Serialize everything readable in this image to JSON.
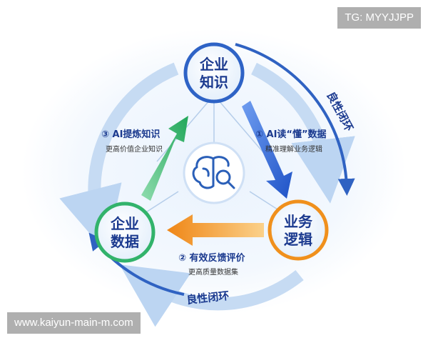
{
  "nodes": {
    "knowledge": {
      "line1": "企业",
      "line2": "知识"
    },
    "data": {
      "line1": "企业",
      "line2": "数据"
    },
    "logic": {
      "line1": "业务",
      "line2": "逻辑"
    }
  },
  "center_icon": "brain-magnifier-icon",
  "steps": {
    "step1": {
      "title": "① AI读“懂”数据",
      "subtitle": "精准理解业务逻辑"
    },
    "step2": {
      "title": "② 有效反馈评价",
      "subtitle": "更高质量数据集"
    },
    "step3": {
      "title": "③ AI提炼知识",
      "subtitle": "更高价值企业知识"
    }
  },
  "cycle_labels": {
    "right": "良性闭环",
    "bottom": "良性闭环"
  },
  "watermarks": {
    "top_right": "TG: MYYJJPP",
    "bottom_left": "www.kaiyun-main-m.com"
  },
  "colors": {
    "navy": "#1b3a8f",
    "step_arrow_blue": "#2b63d6",
    "step_arrow_orange": "#f08c1a",
    "step_arrow_green": "#34b36a",
    "ring_light": "#bcd5f2",
    "ring_dark": "#2f62c2"
  }
}
